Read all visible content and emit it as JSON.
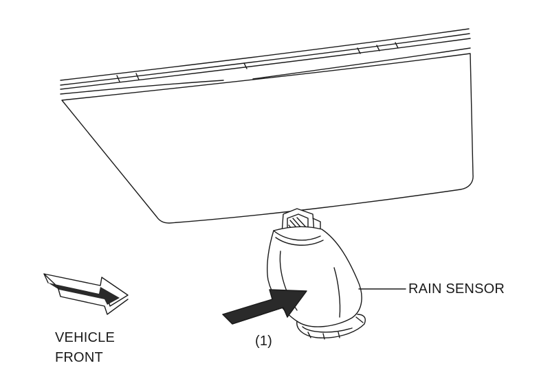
{
  "labels": {
    "rain_sensor": "RAIN SENSOR",
    "callout_1": "(1)",
    "vehicle": "VEHICLE",
    "front": "FRONT"
  },
  "colors": {
    "line": "#1a1a1a",
    "arrow_fill": "#2a2a2a",
    "background": "#ffffff"
  }
}
